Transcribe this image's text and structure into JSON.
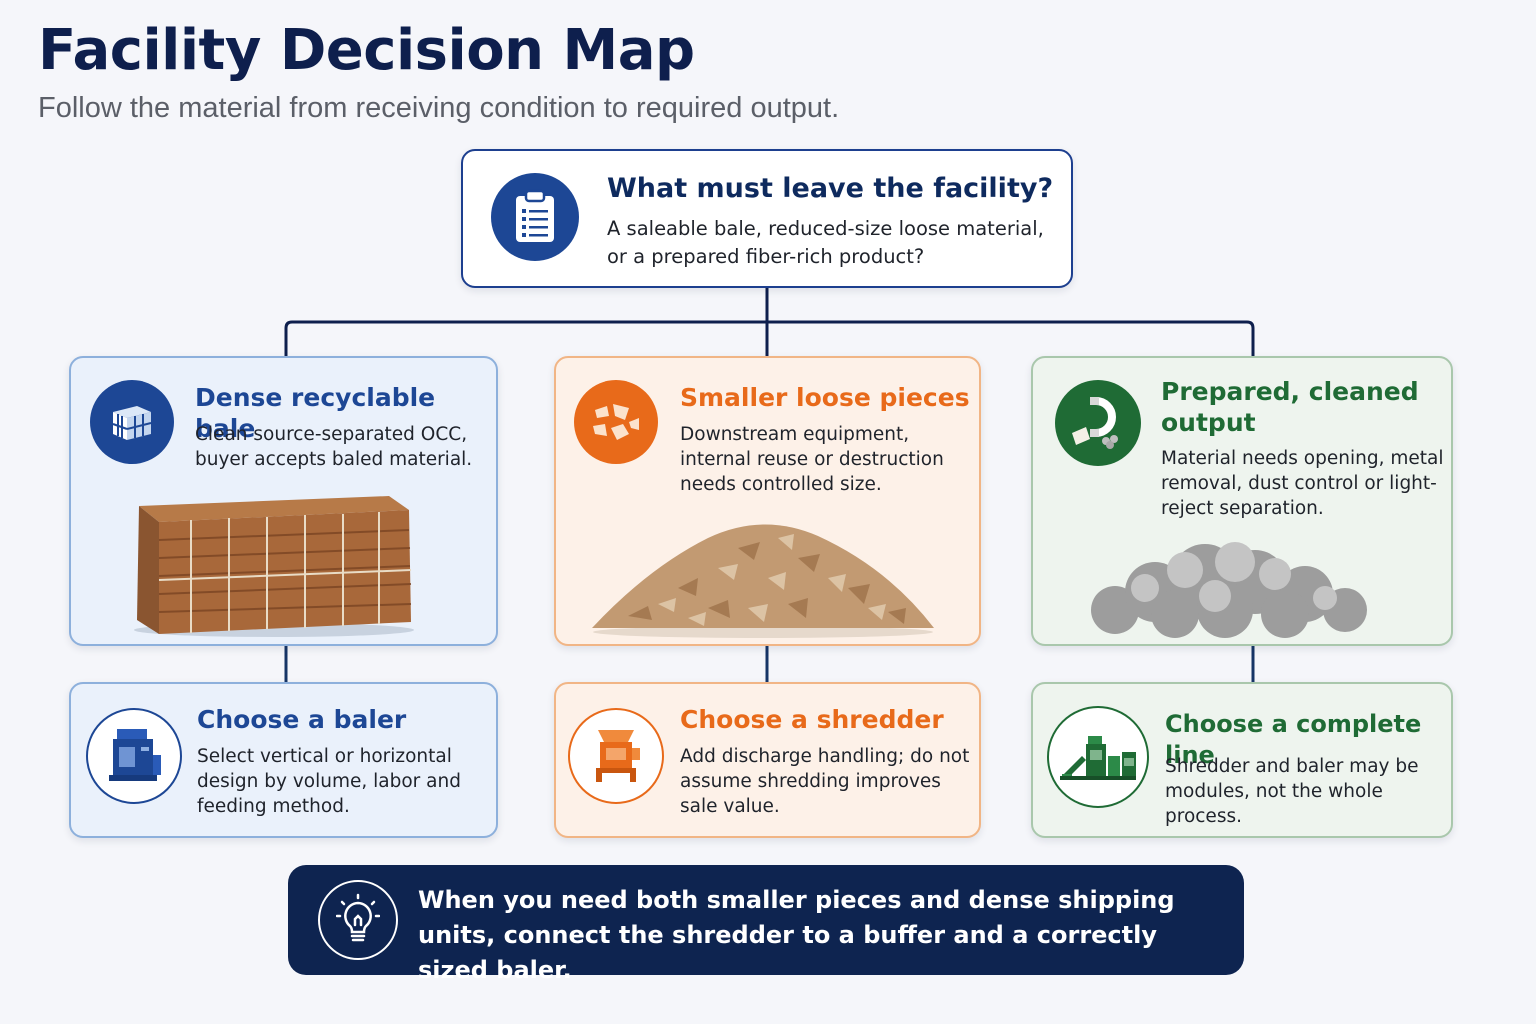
{
  "header": {
    "title": "Facility Decision Map",
    "subtitle": "Follow the material from receiving condition to required output."
  },
  "question": {
    "title": "What must leave the facility?",
    "text": "A saleable bale, reduced-size loose material, or a prepared fiber-rich product?",
    "icon": "clipboard-icon"
  },
  "options": [
    {
      "title": "Dense recyclable bale",
      "text": "Clean source-separated OCC, buyer accepts baled material.",
      "icon": "bale-icon",
      "image": "cardboard-bale-image",
      "color": "#1d4795"
    },
    {
      "title": "Smaller loose pieces",
      "text": "Downstream equipment, internal reuse or destruction needs controlled size.",
      "icon": "shredded-pieces-icon",
      "image": "shredded-pile-image",
      "color": "#e86a1a"
    },
    {
      "title": "Prepared, cleaned output",
      "text": "Material needs opening, metal removal, dust control or light-reject separation.",
      "icon": "magnet-icon",
      "image": "fiber-fluff-image",
      "color": "#1f6b35"
    }
  ],
  "actions": [
    {
      "title": "Choose a baler",
      "text": "Select vertical or horizontal design by volume, labor and feeding method.",
      "icon": "baler-machine-icon"
    },
    {
      "title": "Choose a shredder",
      "text": "Add discharge handling; do not assume shredding improves sale value.",
      "icon": "shredder-machine-icon"
    },
    {
      "title": "Choose a complete line",
      "text": "Shredder and baler may be modules, not the whole process.",
      "icon": "processing-line-icon"
    }
  ],
  "banner": {
    "text": "When you need both smaller pieces and dense shipping units, connect the shredder to a buffer and a correctly sized baler.",
    "icon": "lightbulb-icon"
  }
}
